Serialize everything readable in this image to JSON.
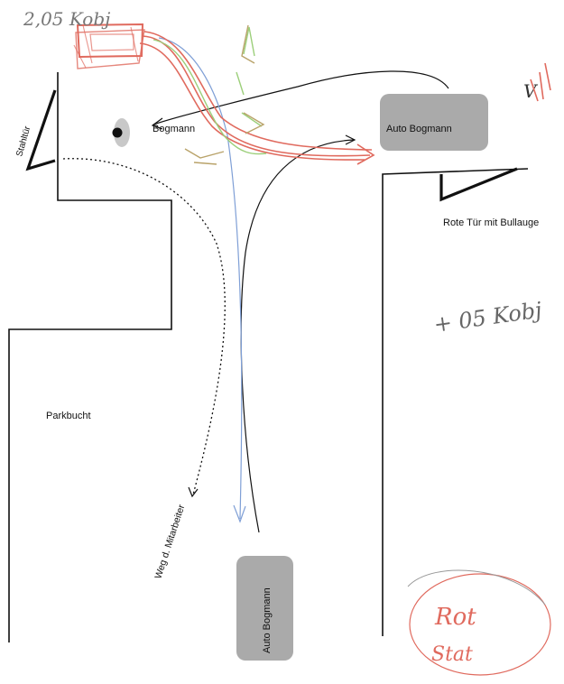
{
  "labels": {
    "top_cut": "",
    "stahltuer": "Stahltür",
    "bogmann": "Bogmann",
    "auto_top": "Auto Bogmann",
    "rote_tuer": "Rote Tür mit Bullauge",
    "parkbucht": "Parkbucht",
    "weg": "Weg d. Mitarbeiter",
    "auto_bottom": "Auto Bogmann"
  },
  "handwriting": {
    "top_left": "2,05 Kobj",
    "right_middle": "+ 05 Kobj",
    "top_right": "V",
    "bottom_right_1": "Rot",
    "bottom_right_2": "Stat"
  },
  "colors": {
    "wall": "#111111",
    "car": "#aaaaaa",
    "red_pencil": "#e06a5e",
    "blue_pencil": "#7f9fd6",
    "green_pencil": "#9ccf7a",
    "tan_pencil": "#b9a36a"
  }
}
